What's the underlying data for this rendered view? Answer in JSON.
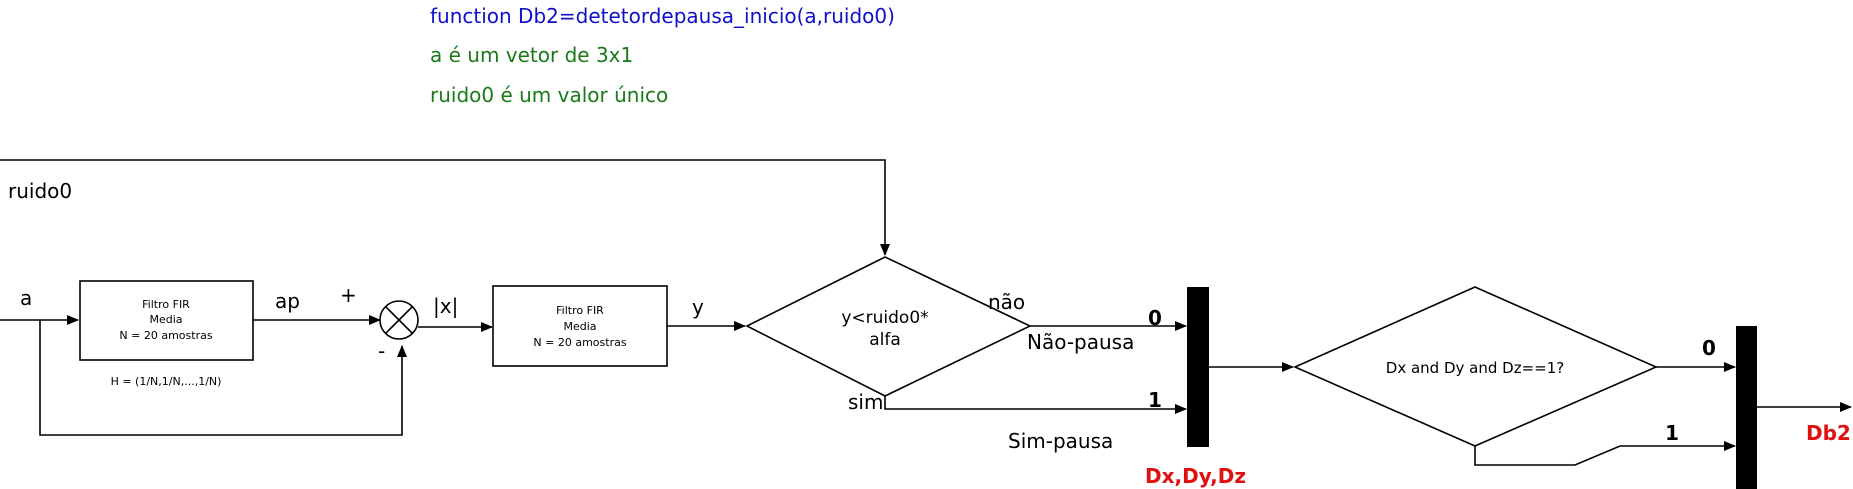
{
  "header": {
    "function_line": "function Db2=detetordepausa_inicio(a,ruido0)",
    "comment_a": "a é um vetor de 3x1",
    "comment_ruido": "ruido0 é um valor único"
  },
  "signals": {
    "ruido0": "ruido0",
    "a": "a",
    "ap": "ap",
    "plus": "+",
    "minus": "-",
    "abs": "|x|",
    "y": "y"
  },
  "filter1": {
    "line1": "Filtro FIR",
    "line2": "Media",
    "line3": "N = 20 amostras",
    "coeffs": "H = (1/N,1/N,...,1/N)"
  },
  "filter2": {
    "line1": "Filtro FIR",
    "line2": "Media",
    "line3": "N = 20 amostras"
  },
  "decision1": {
    "line1": "y<ruido0*",
    "line2": "alfa",
    "no_label": "não",
    "yes_label": "sim",
    "no_output": "Não-pausa",
    "yes_output": "Sim-pausa"
  },
  "mux1": {
    "input0": "0",
    "input1": "1",
    "output": "Dx,Dy,Dz"
  },
  "decision2": {
    "text": "Dx and Dy and Dz==1?"
  },
  "mux2": {
    "input0": "0",
    "input1": "1",
    "output": "Db2"
  },
  "colors": {
    "function_text": "#1010c8",
    "comment_text": "#1a7a1a",
    "output_label": "#e01010"
  }
}
